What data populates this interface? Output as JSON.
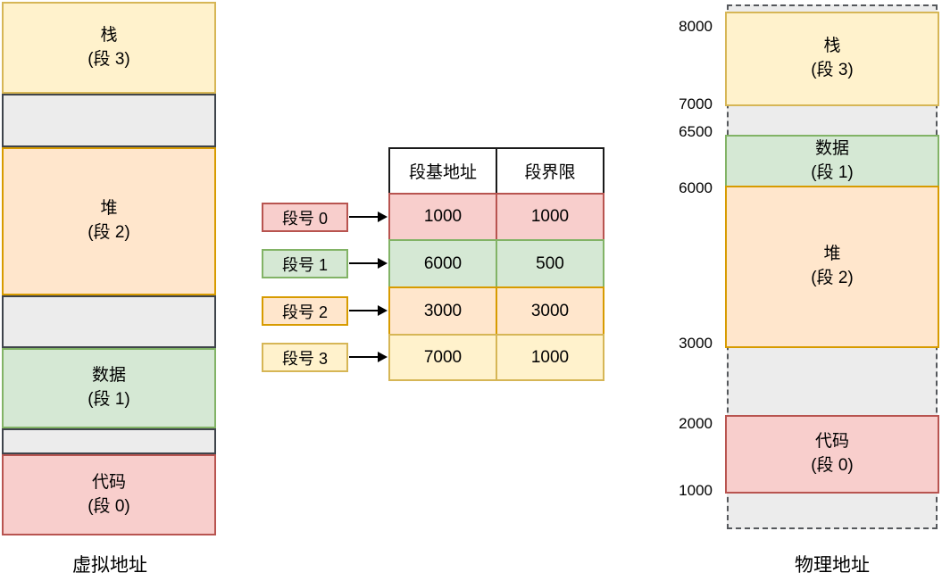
{
  "palette": {
    "red": {
      "fill": "#f8cecc",
      "stroke": "#b85450"
    },
    "green": {
      "fill": "#d5e8d4",
      "stroke": "#82b366"
    },
    "orange": {
      "fill": "#ffe6cc",
      "stroke": "#d79b00"
    },
    "yellow": {
      "fill": "#fff2cc",
      "stroke": "#d6b656"
    },
    "gray": {
      "fill": "#ececec",
      "stroke": "#3f444b"
    },
    "header": {
      "fill": "#ffffff",
      "stroke": "#1a1a1a"
    }
  },
  "virtual": {
    "caption": "虚拟地址",
    "segments": [
      {
        "name": "栈",
        "seg": "(段 3)",
        "color": "yellow"
      },
      {
        "name": "堆",
        "seg": "(段 2)",
        "color": "orange"
      },
      {
        "name": "数据",
        "seg": "(段 1)",
        "color": "green"
      },
      {
        "name": "代码",
        "seg": "(段 0)",
        "color": "red"
      }
    ]
  },
  "table": {
    "headers": [
      "段基地址",
      "段界限"
    ],
    "rows": [
      {
        "label": "段号 0",
        "base": "1000",
        "limit": "1000",
        "color": "red"
      },
      {
        "label": "段号 1",
        "base": "6000",
        "limit": "500",
        "color": "green"
      },
      {
        "label": "段号 2",
        "base": "3000",
        "limit": "3000",
        "color": "orange"
      },
      {
        "label": "段号 3",
        "base": "7000",
        "limit": "1000",
        "color": "yellow"
      }
    ]
  },
  "physical": {
    "caption": "物理地址",
    "address_labels": [
      "8000",
      "7000",
      "6500",
      "6000",
      "3000",
      "2000",
      "1000"
    ],
    "segments": [
      {
        "name": "栈",
        "seg": "(段 3)",
        "color": "yellow",
        "range": "7000-8000"
      },
      {
        "name": "数据",
        "seg": "(段 1)",
        "color": "green",
        "range": "6000-6500"
      },
      {
        "name": "堆",
        "seg": "(段 2)",
        "color": "orange",
        "range": "3000-6000"
      },
      {
        "name": "代码",
        "seg": "(段 0)",
        "color": "red",
        "range": "1000-2000"
      }
    ]
  }
}
